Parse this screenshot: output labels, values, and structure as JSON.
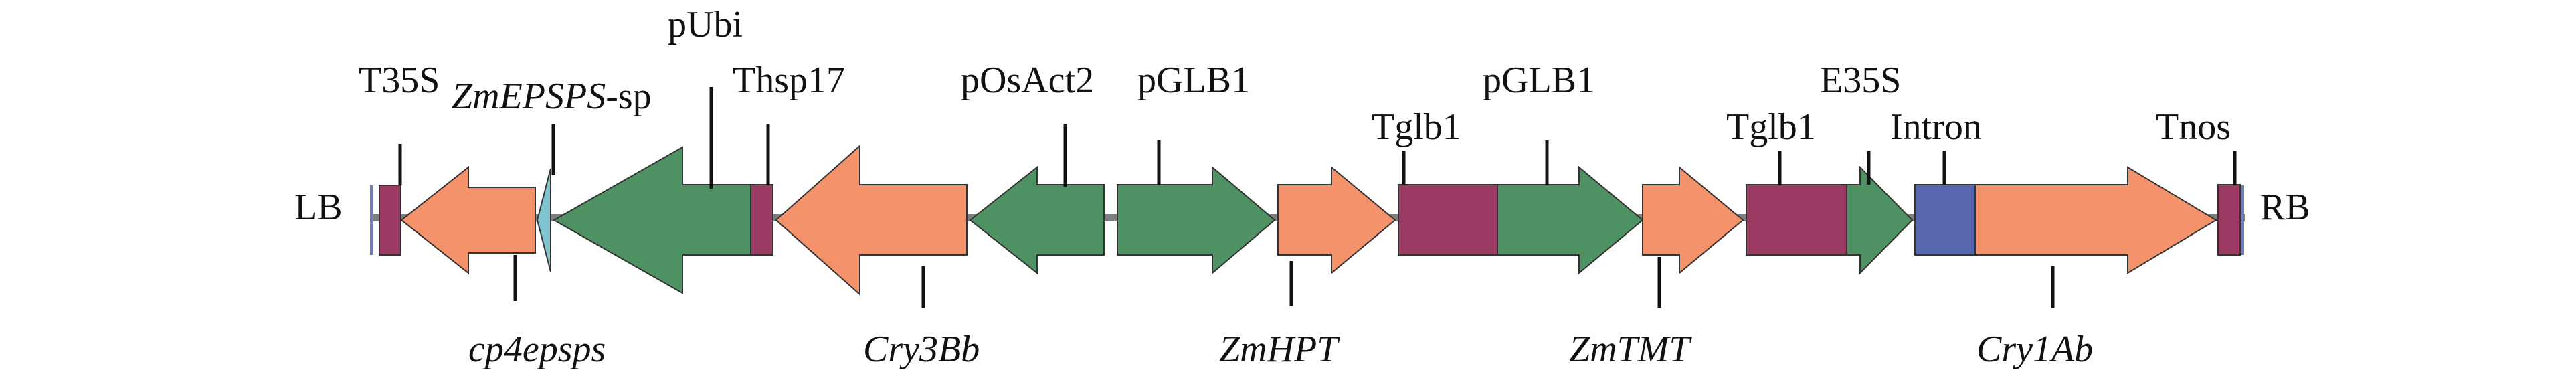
{
  "diagram": {
    "left_border": "LB",
    "right_border": "RB",
    "labels_above": {
      "t35s": "T35S",
      "zmepsps_italic": "ZmEPSPS",
      "zmepsps_suffix": "-sp",
      "pubi": "pUbi",
      "thsp17": "Thsp17",
      "posact2": "pOsAct2",
      "pglb1_first": "pGLB1",
      "tglb1_first": "Tglb1",
      "pglb1_second": "pGLB1",
      "tglb1_second": "Tglb1",
      "e35s": "E35S",
      "intron": "Intron",
      "tnos": "Tnos"
    },
    "labels_below": {
      "cp4epsps": "cp4epsps",
      "cry3bb": "Cry3Bb",
      "zmhpt": "ZmHPT",
      "zmtmt": "ZmTMT",
      "cry1ab": "Cry1Ab"
    },
    "colors": {
      "backbone": "#7f7f82",
      "border_line": "#6f7fb5",
      "coding": "#f4936b",
      "promoter": "#4e9162",
      "terminator": "#9b3a63",
      "intron": "#5667ad",
      "signal_peptide": "#7fc4cf",
      "outline": "#333333"
    }
  }
}
